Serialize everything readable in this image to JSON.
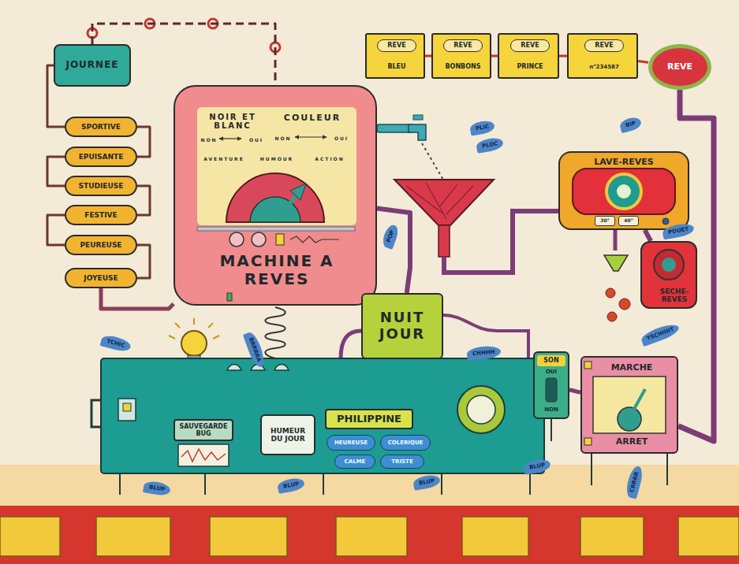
{
  "diagram": {
    "nodes": [
      {
        "text": [
          "JOURNEE"
        ]
      },
      {
        "text": [
          "SPORTIVE"
        ]
      },
      {
        "text": [
          "EPUISANTE"
        ]
      },
      {
        "text": [
          "STUDIEUSE"
        ]
      },
      {
        "text": [
          "FESTIVE"
        ]
      },
      {
        "text": [
          "PEUREUSE"
        ]
      },
      {
        "text": [
          "JOYEUSE"
        ]
      },
      {
        "text": [
          "MACHINE A REVES"
        ]
      },
      {
        "text": [
          "NOIR ET BLANC",
          "NON",
          "OUI"
        ],
        "in": 7
      },
      {
        "text": [
          "COULEUR",
          "NON",
          "OUI"
        ],
        "in": 7
      },
      {
        "text": [
          "AVENTURE",
          "HUMOUR",
          "ACTION"
        ],
        "in": 7
      },
      {
        "text": [
          "REVE",
          "BLEU"
        ]
      },
      {
        "text": [
          "REVE",
          "BONBONS"
        ]
      },
      {
        "text": [
          "REVE",
          "PRINCE"
        ]
      },
      {
        "text": [
          "REVE",
          "n°234587"
        ]
      },
      {
        "text": [
          "REVE"
        ]
      },
      {
        "text": [
          "LAVE-REVES",
          "30°",
          "40°"
        ]
      },
      {
        "text": [
          "SECHE-REVES"
        ]
      },
      {
        "text": [
          "NUIT JOUR"
        ]
      },
      {
        "text": [
          "SON",
          "OUI",
          "NON"
        ]
      },
      {
        "text": [
          "MARCHE",
          "ARRET"
        ]
      },
      {
        "text": [
          "SAUVEGARDE BUG"
        ]
      },
      {
        "text": [
          "HUMEUR DU JOUR"
        ]
      },
      {
        "text": [
          "PHILIPPINE"
        ]
      },
      {
        "text": [
          "HEUREUSE"
        ]
      },
      {
        "text": [
          "COLERIQUE"
        ]
      },
      {
        "text": [
          "CALME"
        ]
      },
      {
        "text": [
          "TRISTE"
        ]
      }
    ],
    "edges": [
      {
        "from": 0,
        "to": 1,
        "arrow": "none"
      },
      {
        "from": 1,
        "to": 2,
        "arrow": "none"
      },
      {
        "from": 2,
        "to": 3,
        "arrow": "none"
      },
      {
        "from": 3,
        "to": 4,
        "arrow": "none"
      },
      {
        "from": 4,
        "to": 5,
        "arrow": "none"
      },
      {
        "from": 5,
        "to": 6,
        "arrow": "none"
      },
      {
        "from": 6,
        "to": 7,
        "arrow": "none"
      },
      {
        "from": 0,
        "to": 7,
        "arrow": "none"
      },
      {
        "from": 11,
        "to": 12,
        "arrow": "none"
      },
      {
        "from": 12,
        "to": 13,
        "arrow": "none"
      },
      {
        "from": 13,
        "to": 14,
        "arrow": "none"
      },
      {
        "from": 14,
        "to": 15,
        "arrow": "none"
      },
      {
        "from": 15,
        "to": 20,
        "arrow": "none"
      },
      {
        "from": 7,
        "to": 18,
        "arrow": "none"
      },
      {
        "from": 16,
        "to": 17,
        "arrow": "none"
      },
      {
        "from": 19,
        "to": 20,
        "arrow": "none"
      }
    ],
    "labels": [
      "PLIC",
      "PLOC",
      "BIP",
      "POUET",
      "POP",
      "TCHIC",
      "BRRRRA",
      "CHHHH",
      "YSCHIIIIT",
      "BLUP",
      "BLUP",
      "BLUP",
      "BLUP",
      "CRRRR"
    ]
  }
}
